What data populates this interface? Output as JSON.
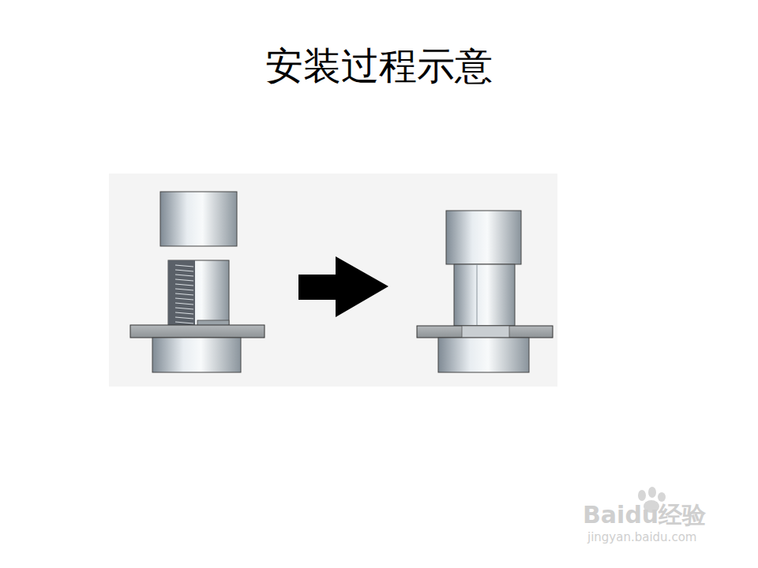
{
  "diagram": {
    "title": "安装过程示意",
    "labels": [
      "Baidu经验",
      "jingyan.baidu.com"
    ]
  }
}
